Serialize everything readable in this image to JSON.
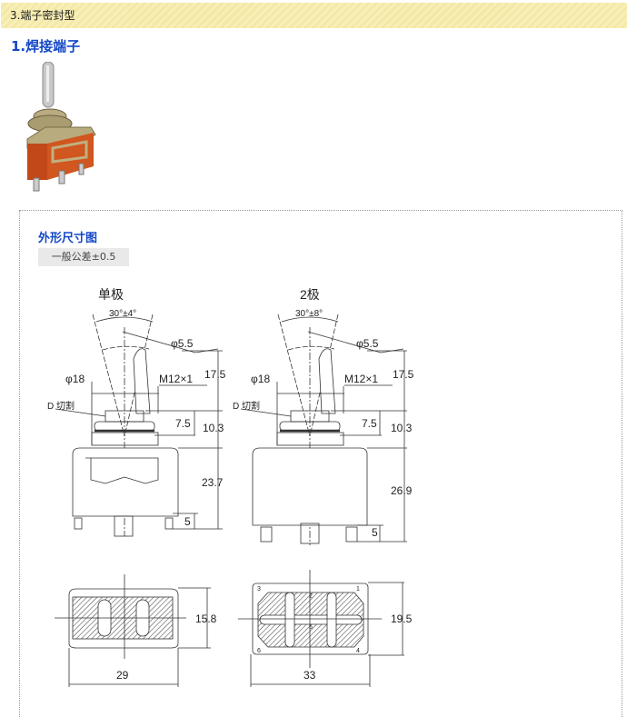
{
  "header": {
    "section": "3.端子密封型"
  },
  "title": "1.焊接端子",
  "dimension": {
    "heading": "外形尺寸图",
    "tolerance": "一般公差±0.5",
    "single_pole": {
      "label": "单极",
      "angle": "30°±4°",
      "phi_lever": "φ5.5",
      "phi_bush": "φ18",
      "thread": "M12×1",
      "d_cut": "D 切割",
      "h_top": "17.5",
      "h_nut": "7.5",
      "h_bush": "10.3",
      "h_body": "23.7",
      "h_term": "5",
      "width": "29",
      "depth": "15.8"
    },
    "double_pole": {
      "label": "2极",
      "angle": "30°±8°",
      "phi_lever": "φ5.5",
      "phi_bush": "φ18",
      "thread": "M12×1",
      "d_cut": "D 切割",
      "h_top": "17.5",
      "h_nut": "7.5",
      "h_bush": "10.3",
      "h_body": "26.9",
      "h_term": "5",
      "width": "33",
      "depth": "19.5",
      "terminals": [
        "1",
        "2",
        "3",
        "4",
        "5",
        "6"
      ]
    }
  }
}
